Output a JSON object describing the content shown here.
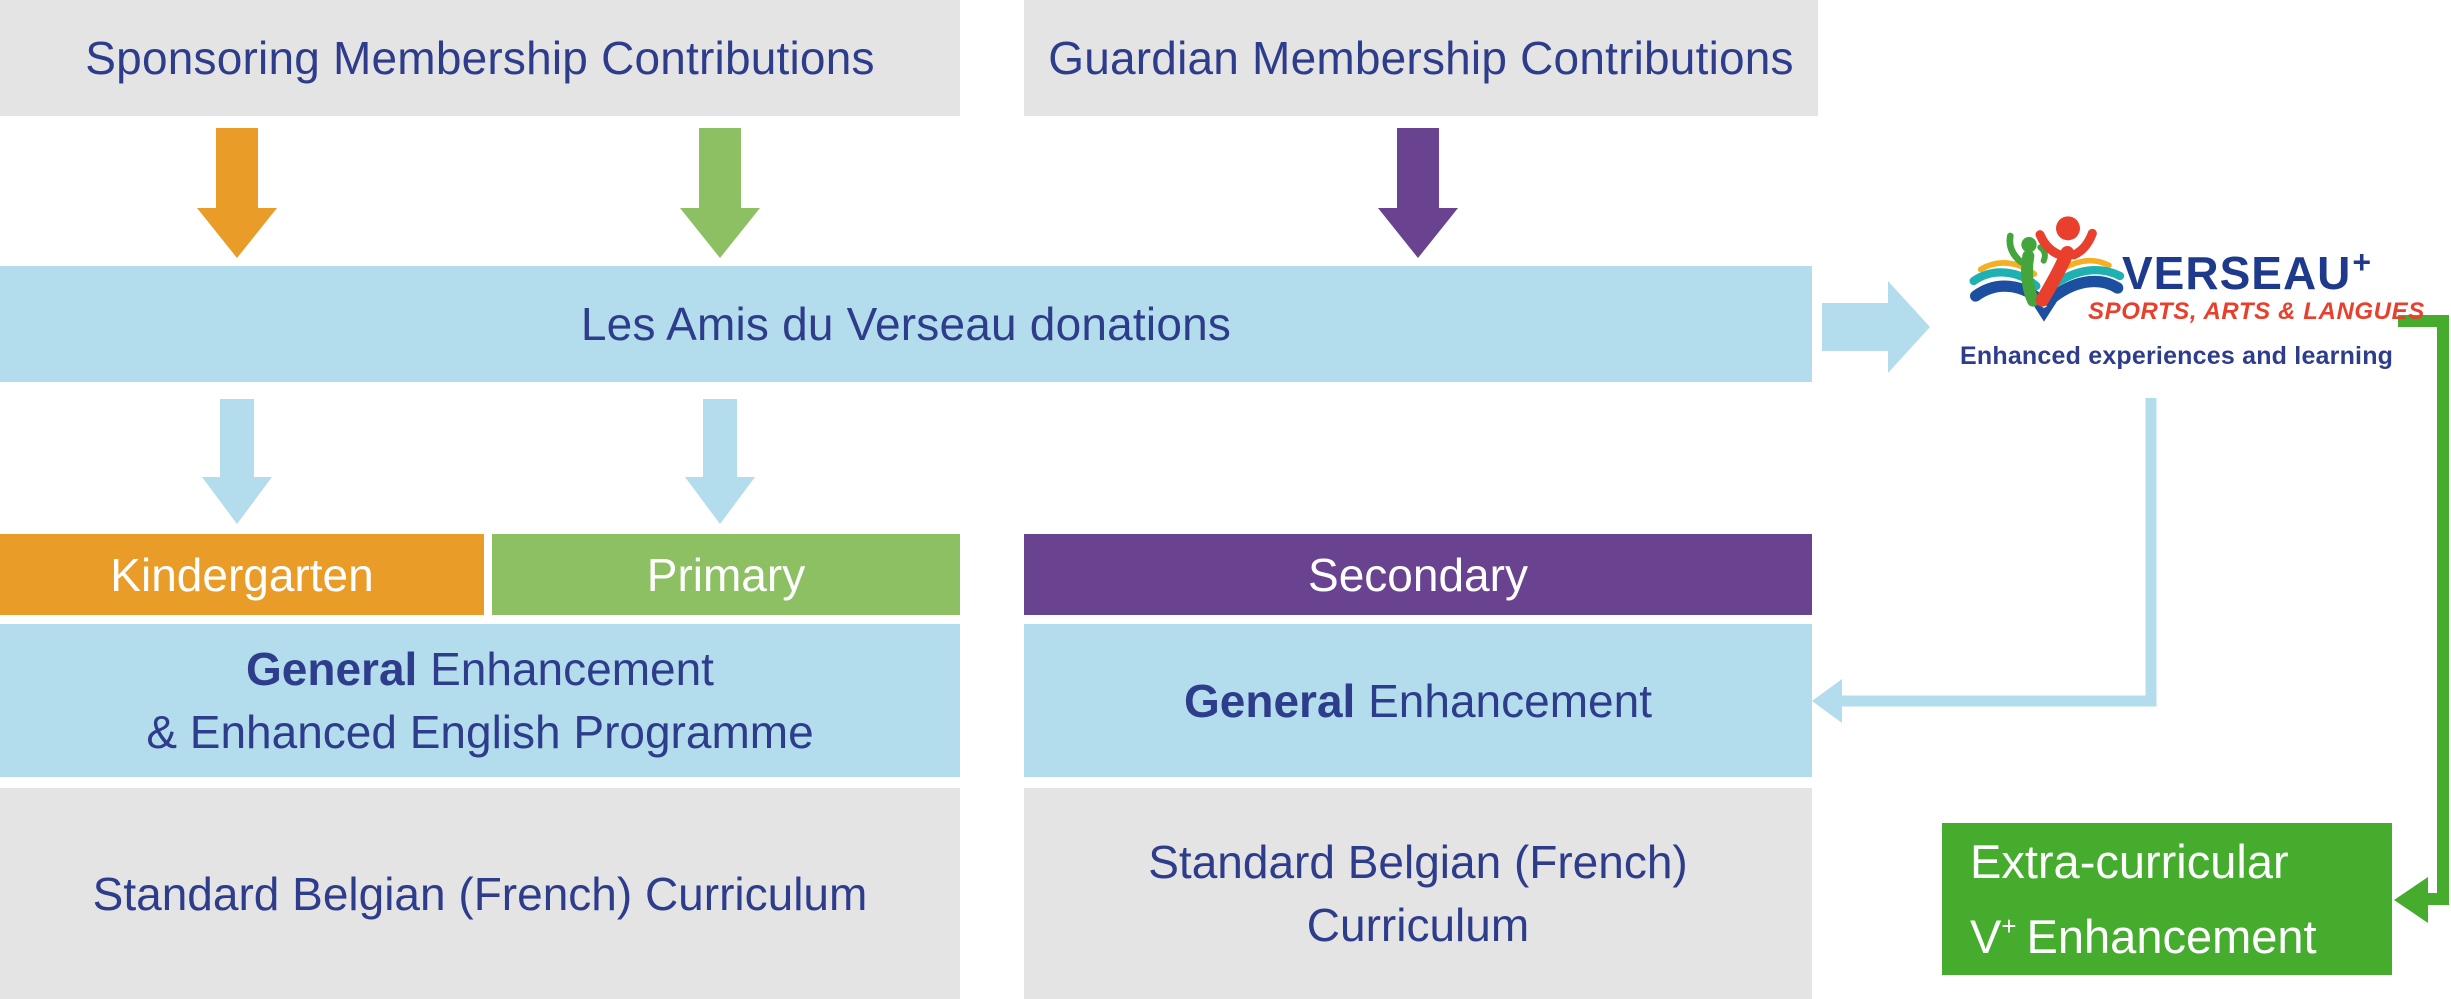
{
  "colors": {
    "gray": "#e4e4e4",
    "navy": "#2e3c8c",
    "lightblue": "#b3dcec",
    "orange": "#e99c28",
    "green": "#8dc063",
    "purple": "#6a4390",
    "brightgreen": "#45ac2e",
    "logo_navy": "#1e3a8c",
    "logo_red": "#e8402d",
    "logo_teal": "#1fb1b1",
    "logo_yellow": "#f5af23",
    "logo_book_blue": "#1c4f9f",
    "logo_green": "#44a53c"
  },
  "sources": {
    "sponsoring": "Sponsoring Membership Contributions",
    "guardian": "Guardian Membership Contributions"
  },
  "donations": {
    "label": "Les Amis du Verseau donations"
  },
  "logo": {
    "wordmark": "VERSEAU",
    "plus": "+",
    "subtitle": "SPORTS, ARTS & LANGUES",
    "tagline": "Enhanced experiences and learning"
  },
  "sections": {
    "kindergarten": "Kindergarten",
    "primary": "Primary",
    "secondary": "Secondary"
  },
  "programmes": {
    "kp_bold": "General",
    "kp_rest": " Enhancement",
    "kp_line2": "& Enhanced English Programme",
    "secondary_bold": "General",
    "secondary_rest": " Enhancement"
  },
  "curricula": {
    "kp": "Standard Belgian (French) Curriculum",
    "secondary_line1": "Standard Belgian (French)",
    "secondary_line2": "Curriculum"
  },
  "extracurricular": {
    "line1": "Extra-curricular",
    "v": "V",
    "plus": "+",
    "rest": "Enhancement"
  }
}
